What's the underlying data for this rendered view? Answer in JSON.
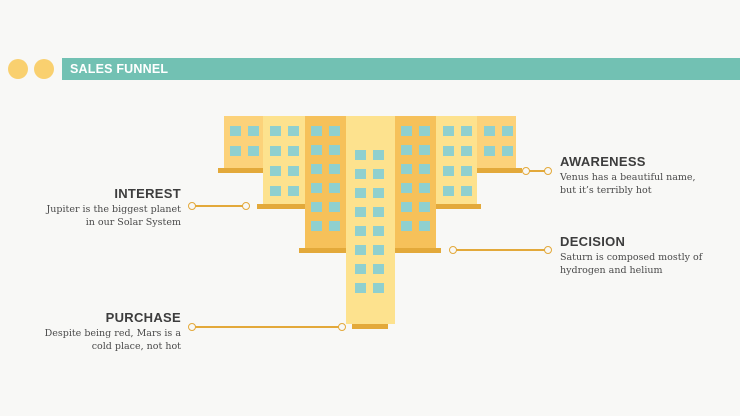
{
  "header": {
    "title": "SALES FUNNEL"
  },
  "stages": {
    "awareness": {
      "title": "AWARENESS",
      "text": "Venus has a beautiful name, but it’s terribly hot"
    },
    "interest": {
      "title": "INTEREST",
      "text": "Jupiter is the biggest planet in our Solar System"
    },
    "decision": {
      "title": "DECISION",
      "text": "Saturn is composed mostly of hydrogen and helium"
    },
    "purchase": {
      "title": "PURCHASE",
      "text": "Despite being red, Mars is a cold place, not hot"
    }
  },
  "colors": {
    "banner": "#72c1b3",
    "dot": "#f9d06f",
    "building_light": "#fde28e",
    "building_mid": "#fcd27a",
    "building_dark": "#f6c15a",
    "window": "#8fd0cf",
    "base": "#e3a93a"
  }
}
